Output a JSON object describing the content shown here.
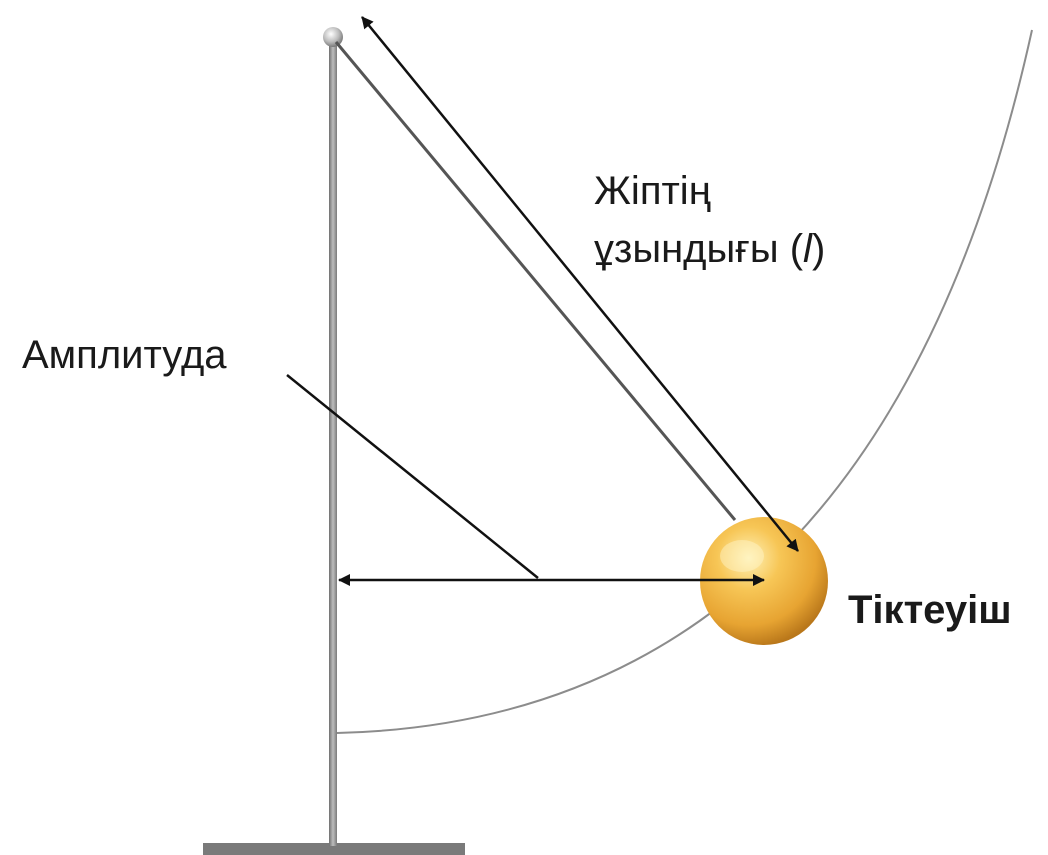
{
  "labels": {
    "string_length_line1": "Жіптің",
    "string_length_line2_prefix": "ұзындығы (",
    "string_length_symbol": "l",
    "string_length_line2_suffix": ")",
    "amplitude": "Амплитуда",
    "bob": "Тіктеуіш"
  },
  "colors": {
    "stand": "#8a8a8a",
    "base": "#7a7a7a",
    "string": "#555555",
    "arrow": "#111111",
    "arc": "#8c8c8c",
    "bob_light": "#ffe38a",
    "bob_mid": "#f2b43c",
    "bob_dark": "#b87410"
  }
}
